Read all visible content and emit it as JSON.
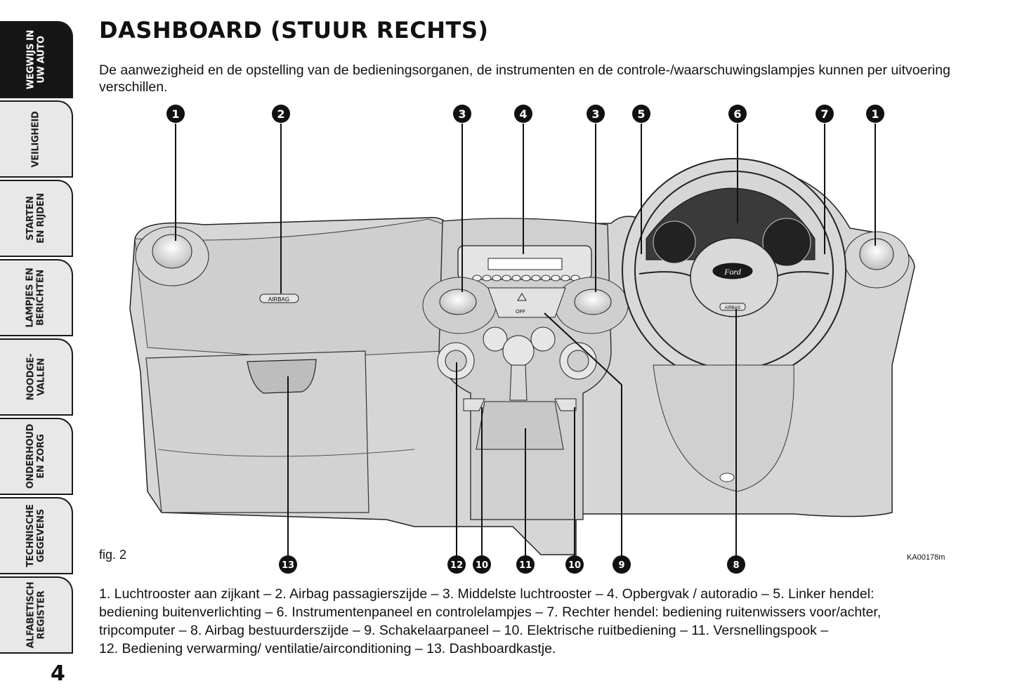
{
  "sidebar": {
    "tabs": [
      {
        "label": "WEGWIJS IN\nUW AUTO",
        "active": true
      },
      {
        "label": "VEILIGHEID",
        "active": false
      },
      {
        "label": "STARTEN\nEN RIJDEN",
        "active": false
      },
      {
        "label": "LAMPJES EN\nBERICHTEN",
        "active": false
      },
      {
        "label": "NOODGE-\nVALLEN",
        "active": false
      },
      {
        "label": "ONDERHOUD\nEN ZORG",
        "active": false
      },
      {
        "label": "TECHNISCHE\nGEGEVENS",
        "active": false
      },
      {
        "label": "ALFABETISCH\nREGISTER",
        "active": false
      }
    ],
    "page_number": "4"
  },
  "header": {
    "title": "DASHBOARD (STUUR RECHTS)",
    "intro": "De aanwezigheid en de opstelling van de bedieningsorganen, de instrumenten en de controle-/waarschuwingslampjes kunnen per uitvoering verschillen."
  },
  "figure": {
    "label": "fig. 2",
    "code": "KA00178m",
    "top_callouts": [
      "1",
      "2",
      "3",
      "4",
      "3",
      "5",
      "6",
      "7",
      "1"
    ],
    "bottom_callouts": [
      "13",
      "12",
      "10",
      "11",
      "10",
      "9",
      "8"
    ],
    "panel_text": {
      "airbag_passenger": "AIRBAG",
      "airbag_driver": "AIRBAG",
      "brand": "Ford",
      "switch_off": "OFF"
    }
  },
  "caption": {
    "lines": [
      "1. Luchtrooster aan zijkant – 2. Airbag passagierszijde – 3. Middelste luchtrooster – 4. Opbergvak / autoradio – 5. Linker hendel:",
      "bediening buitenverlichting – 6. Instrumentenpaneel en controlelampjes – 7. Rechter hendel: bediening ruitenwissers voor/achter,",
      "tripcomputer – 8. Airbag bestuurderszijde – 9. Schakelaarpaneel – 10. Elektrische ruitbediening – 11. Versnellingspook –",
      "12. Bediening verwarming/ ventilatie/airconditioning – 13. Dashboardkastje."
    ]
  }
}
